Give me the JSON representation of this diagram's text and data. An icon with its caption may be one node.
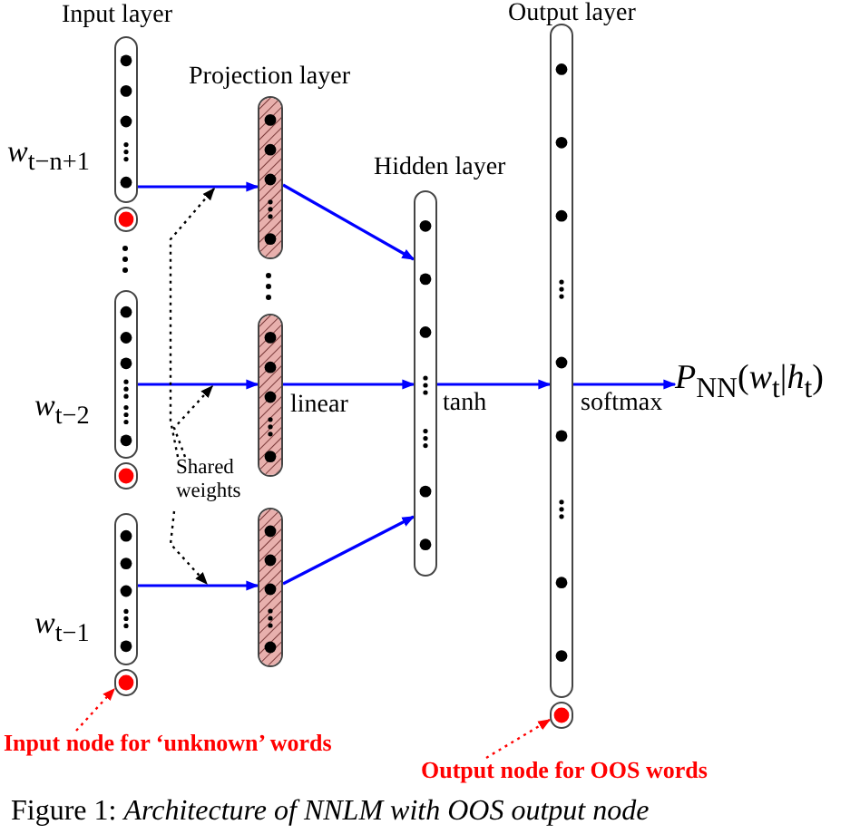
{
  "diagram": {
    "caption": "Figure 1: *Architecture of NNLM with OOS output node*",
    "nodes": [
      {
        "text": [],
        "shape": "bar",
        "beside": [
          "*w*$_{t−n+1}$"
        ]
      },
      {
        "text": [],
        "shape": "box"
      },
      {
        "text": [],
        "shape": "bar",
        "beside": [
          "*w*$_{t−2}$"
        ]
      },
      {
        "text": [],
        "shape": "box"
      },
      {
        "text": [],
        "shape": "bar",
        "beside": [
          "*w*$_{t−1}$"
        ]
      },
      {
        "text": [],
        "shape": "box"
      },
      {
        "text": [],
        "shape": "bar"
      },
      {
        "text": [],
        "shape": "bar",
        "beside": [
          "linear"
        ]
      },
      {
        "text": [],
        "shape": "bar"
      },
      {
        "text": [],
        "shape": "bar",
        "beside": [
          "tanh"
        ]
      },
      {
        "text": [],
        "shape": "bar",
        "beside": [
          "softmax"
        ]
      },
      {
        "text": [],
        "shape": "box"
      },
      {
        "text": [
          "*P*$_{NN}$(*w*$_{t}$|*h*$_{t}$)"
        ]
      },
      {
        "text": [
          "Shared weights"
        ]
      },
      {
        "text": [
          "Input node for ‘unknown’ words"
        ]
      },
      {
        "text": [
          "Output node for OOS words"
        ]
      }
    ],
    "edges": [
      {
        "from": 0,
        "to": 6,
        "arrow": "to"
      },
      {
        "from": 2,
        "to": 7,
        "arrow": "to"
      },
      {
        "from": 4,
        "to": 8,
        "arrow": "to"
      },
      {
        "from": 6,
        "to": 9,
        "arrow": "to"
      },
      {
        "from": 7,
        "to": 9,
        "arrow": "to"
      },
      {
        "from": 8,
        "to": 9,
        "arrow": "to"
      },
      {
        "from": 9,
        "to": 10,
        "arrow": "to"
      },
      {
        "from": 10,
        "to": 12,
        "arrow": "to"
      },
      {
        "from": 13,
        "to": 6,
        "arrow": "to",
        "style": "dashed",
        "color": "#000000"
      },
      {
        "from": 13,
        "to": 7,
        "arrow": "to",
        "style": "dashed",
        "color": "#000000"
      },
      {
        "from": 13,
        "to": 8,
        "arrow": "to",
        "style": "dashed",
        "color": "#000000"
      },
      {
        "from": 14,
        "to": 5,
        "arrow": "to",
        "style": "dashed",
        "color": "#ff0000"
      },
      {
        "from": 15,
        "to": 11,
        "arrow": "to",
        "style": "dashed",
        "color": "#ff0000"
      }
    ],
    "labels": [
      "Input layer",
      "Projection layer",
      "Hidden layer",
      "Output layer"
    ]
  }
}
